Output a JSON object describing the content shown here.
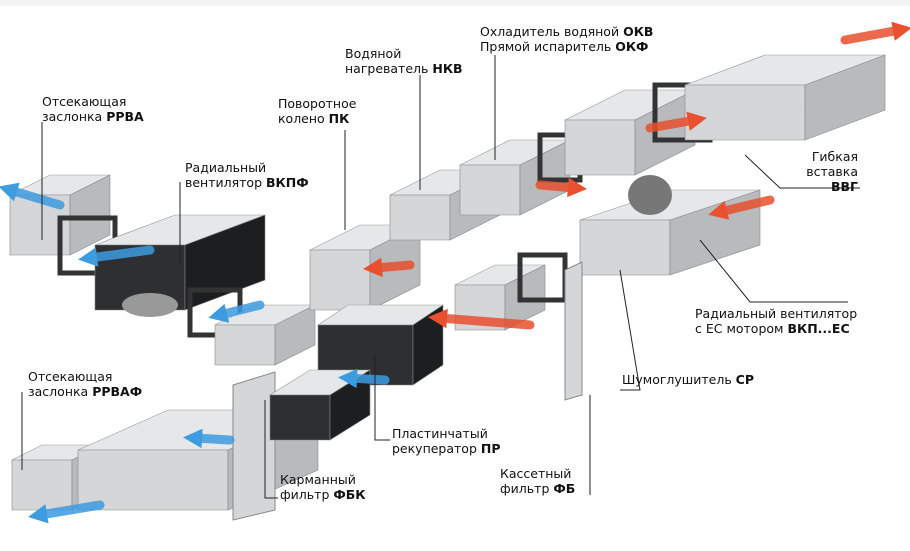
{
  "labels": [
    {
      "id": "rrva",
      "line1": "Отсекающая",
      "line2": "заслонка ",
      "code": "РРВА"
    },
    {
      "id": "vkpf",
      "line1": "Радиальный",
      "line2": "вентилятор ",
      "code": "ВКПФ"
    },
    {
      "id": "pk",
      "line1": "Поворотное",
      "line2": "колено ",
      "code": "ПК"
    },
    {
      "id": "nkv",
      "line1": "Водяной",
      "line2": "нагреватель ",
      "code": "НКВ"
    },
    {
      "id": "okv",
      "line1": "Охладитель водяной ",
      "code1": "ОКВ",
      "line2": "Прямой испаритель ",
      "code": "ОКФ"
    },
    {
      "id": "vvg",
      "line1": "Гибкая",
      "line2": "вставка",
      "code": "ВВГ"
    },
    {
      "id": "vkpec",
      "line1": "Радиальный вентилятор",
      "line2": "с ЕС мотором ",
      "code": "ВКП...ЕС"
    },
    {
      "id": "sr",
      "line1": "",
      "line2": "Шумоглушитель ",
      "code": "СР"
    },
    {
      "id": "fb",
      "line1": "Кассетный",
      "line2": "фильтр ",
      "code": "ФБ"
    },
    {
      "id": "pr",
      "line1": "Пластинчатый",
      "line2": "рекуператор ",
      "code": "ПР"
    },
    {
      "id": "fbk",
      "line1": "Карманный",
      "line2": "фильтр ",
      "code": "ФБК"
    },
    {
      "id": "rrvaf",
      "line1": "Отсекающая",
      "line2": "заслонка ",
      "code": "РРВАФ"
    }
  ],
  "colors": {
    "duct_light": "#d4d6d8",
    "duct_dark": "#2e2f31",
    "frame": "#bfc2c4",
    "air_in": "#3d9be0",
    "air_out": "#e8502f"
  }
}
